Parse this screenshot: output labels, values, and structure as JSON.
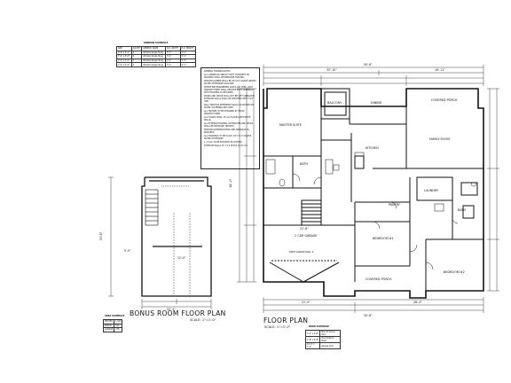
{
  "titles": {
    "floor_plan": "FLOOR PLAN",
    "floor_plan_scale": "SCALE: 1\"=1'-0\"",
    "bonus_room": "BONUS ROOM FLOOR PLAN",
    "bonus_room_scale": "SCALE: 1\"=1'-0\""
  },
  "rooms": {
    "balcony": "BALCONY",
    "dining": "DINING",
    "covered_porch_top": "COVERED PORCH",
    "master_suite": "MASTER SUITE",
    "family_room": "FAMILY ROOM",
    "bath_master": "BATH",
    "kitchen": "KITCHEN",
    "pantry": "PANTRY",
    "laundry": "LAUNDRY",
    "bath_right": "BATH",
    "bedroom_1": "BEDROOM #1",
    "bedroom_2": "BEDROOM #2",
    "garage": "2 CAR GARAGE",
    "garage_wall": "DROP GARAGE WALL 2'",
    "covered_porch_bottom": "COVERED PORCH"
  },
  "dimensions": {
    "overall_width": "50'-8\"",
    "overall_width_bottom": "50'-8\"",
    "left_segment": "33'-10\"",
    "right_segment": "16'-11\"",
    "bottom_left": "21'-4\"",
    "bottom_right": "28'-4\"",
    "overall_depth": "61'-2\"",
    "garage_width": "22'-8\"",
    "bonus_width": "22'-4\"",
    "bonus_depth": "33'-6\"",
    "bonus_inner": "12'-0\"",
    "bonus_side": "5'-0\""
  },
  "notes": [
    "GENERAL FRAMING NOTES:",
    "ALL LUMBER IN CONTACT WITH CONCRETE OR MASONRY SHALL BE PRESSURE TREATED.",
    "PROVIDE LUMBER SHALL BE #2 S-P-F GRADE UNLESS NOTED OTHERWISE ON PLANS.",
    "WHERE PRE-ENGINEERED JOISTS ARE USED, JOIST MANUFACTURER SHALL PROVIDE ROOF OPENINGS WITH HEADERS AS REQUIRED.",
    "STAIRS AND LEDGE SHALL NOT BE LEFT UNBRACED. EXTERIOR WALLS SHALL BE SHEATHED WITH 7/16\" OSB.",
    "WALL PROFILES REFERENCE WALLS AS SHOWN ON PLANS. FASTENING PER CODE.",
    "ALL TRUSSES TO BE DESIGNED BY TRUSS MANUFACTURER.",
    "ALL FLOORS LEVEL TO ALL FLOORS WITHIN THE WALLS.",
    "ALL EXTERIOR FRAMING ON PORCHES AND DECKS SHALL BE PRESSURE TREATED.",
    "PROVIDE WATERPROOFING AND DRAINAGE AS REQUIRED.",
    "ALL DRAWINGS TO BE SCALE 1/4\"=1'-0\" UNLESS NOTED OTHERWISE.",
    "1 x 8 LVL TO BE PROVIDED BY OTHERS.",
    "EXTERIOR WALLS TO 2 X 6 STUDS @ 16\" O.C."
  ],
  "schedules": {
    "window_schedule_title": "WINDOW SCHEDULE",
    "window_headers": [
      "SIZE",
      "COUNT",
      "GENERIC NAME",
      "R.O. WIDTH",
      "R.O. HEIGHT"
    ],
    "window_rows": [
      [
        "2'-6\" x 5'-0\"",
        "2",
        "Window Single Hung",
        "2'-7\"",
        "5'-1\""
      ],
      [
        "3'-0\" x 5'-0\"",
        "8",
        "Window Single Hung",
        "3'-1\"",
        "5'-1\""
      ],
      [
        "2'-0\" x 3'-0\"",
        "3",
        "Window Single Hung",
        "2'-1\"",
        "3'-1\""
      ],
      [
        "3'-0\" x 4'-0\"",
        "2",
        "Window Single Hung",
        "3'-1\"",
        "4'-1\""
      ]
    ],
    "door_schedule_title": "DOOR SCHEDULE",
    "door_rows": [
      [
        "3'-0\" x 6'-8\"",
        "Main Entrance Door"
      ],
      [
        "2'-8\" x 6'-8\"",
        "Door Exterior Panel"
      ],
      [
        "16'-0\" x 7'-0\"",
        "Garage Door"
      ]
    ],
    "bonus_schedule_title": "AREA SCHEDULE",
    "bonus_rows": [
      [
        "HEATED",
        "1,916"
      ],
      [
        "BONUS",
        "520"
      ],
      [
        "GARAGE",
        "478"
      ]
    ]
  }
}
